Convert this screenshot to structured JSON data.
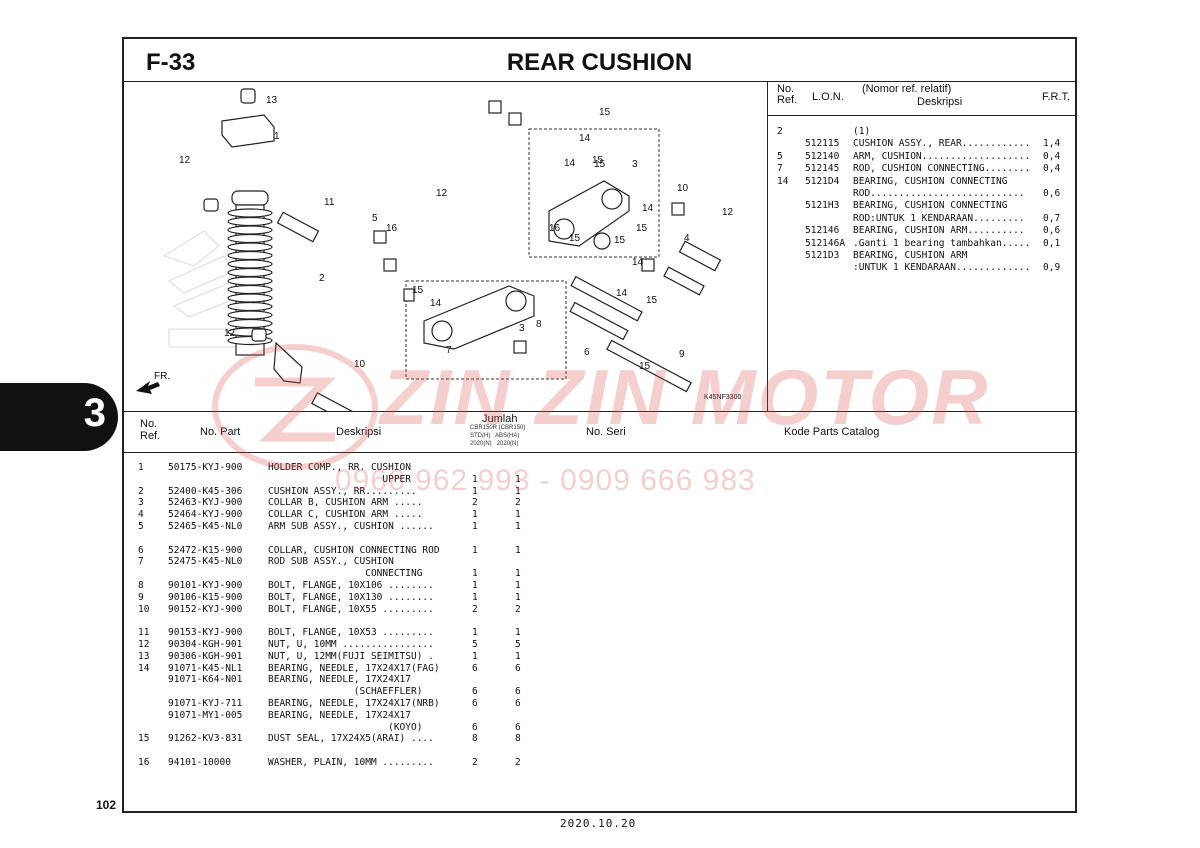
{
  "header": {
    "figure_number": "F-33",
    "title": "REAR CUSHION"
  },
  "side_tab": {
    "section": "3"
  },
  "page_number": "102",
  "footer_date": "2020.10.20",
  "watermark": {
    "brand": "ZIN ZIN MOTOR",
    "phones": "0966 962 993 - 0909 666 983"
  },
  "diagram": {
    "code": "K45NF3300",
    "fr_label": "FR.",
    "callouts": [
      "13",
      "1",
      "12",
      "11",
      "2",
      "12",
      "10",
      "12",
      "16",
      "5",
      "15",
      "14",
      "15",
      "14",
      "15",
      "3",
      "10",
      "12",
      "16",
      "15",
      "14",
      "15",
      "4",
      "15",
      "14",
      "15",
      "14",
      "3",
      "8",
      "15",
      "14",
      "15",
      "6",
      "7",
      "9"
    ]
  },
  "lon_panel": {
    "headers": {
      "no_ref": "No. Ref.",
      "lon": "L.O.N.",
      "ref_note": "(Nomor ref. relatif)",
      "desc": "Deskripsi",
      "frt": "F.R.T."
    },
    "rows": [
      {
        "ref": "2",
        "lon": "",
        "desc": "(1)",
        "frt": ""
      },
      {
        "ref": "",
        "lon": "512115",
        "desc": "CUSHION ASSY., REAR............",
        "frt": "1,4"
      },
      {
        "ref": "5",
        "lon": "512140",
        "desc": "ARM, CUSHION...................",
        "frt": "0,4"
      },
      {
        "ref": "7",
        "lon": "512145",
        "desc": "ROD, CUSHION CONNECTING........",
        "frt": "0,4"
      },
      {
        "ref": "14",
        "lon": "5121D4",
        "desc": "BEARING, CUSHION CONNECTING",
        "frt": ""
      },
      {
        "ref": "",
        "lon": "",
        "desc": "ROD...........................",
        "frt": "0,6"
      },
      {
        "ref": "",
        "lon": "5121H3",
        "desc": "BEARING, CUSHION CONNECTING",
        "frt": ""
      },
      {
        "ref": "",
        "lon": "",
        "desc": "ROD:UNTUK 1 KENDARAAN.........",
        "frt": "0,7"
      },
      {
        "ref": "",
        "lon": "512146",
        "desc": "BEARING, CUSHION ARM..........",
        "frt": "0,6"
      },
      {
        "ref": "",
        "lon": "512146A",
        "desc": ".Ganti 1 bearing tambahkan.....",
        "frt": "0,1"
      },
      {
        "ref": "",
        "lon": "5121D3",
        "desc": "BEARING, CUSHION ARM",
        "frt": ""
      },
      {
        "ref": "",
        "lon": "",
        "desc": ":UNTUK 1 KENDARAAN.............",
        "frt": "0,9"
      }
    ]
  },
  "parts_table": {
    "headers": {
      "no_ref": "No. Ref.",
      "no_part": "No. Part",
      "desc": "Deskripsi",
      "jumlah": "Jumlah",
      "model_line": "CBR150R (CBR150)",
      "variant_line": "STD(H)   ABS(HA)",
      "year_line": "2020(N)   2020(N)",
      "no_seri": "No. Seri",
      "kode": "Kode Parts Catalog"
    },
    "rows": [
      {
        "ref": "1",
        "part": "50175-KYJ-900",
        "desc": "HOLDER COMP., RR. CUSHION",
        "q1": "",
        "q2": ""
      },
      {
        "ref": "",
        "part": "",
        "desc": "                    UPPER",
        "q1": "1",
        "q2": "1"
      },
      {
        "ref": "2",
        "part": "52400-K45-306",
        "desc": "CUSHION ASSY., RR.........",
        "q1": "1",
        "q2": "1"
      },
      {
        "ref": "3",
        "part": "52463-KYJ-900",
        "desc": "COLLAR B, CUSHION ARM .....",
        "q1": "2",
        "q2": "2"
      },
      {
        "ref": "4",
        "part": "52464-KYJ-900",
        "desc": "COLLAR C, CUSHION ARM .....",
        "q1": "1",
        "q2": "1"
      },
      {
        "ref": "5",
        "part": "52465-K45-NL0",
        "desc": "ARM SUB ASSY., CUSHION ......",
        "q1": "1",
        "q2": "1"
      },
      {
        "ref": "",
        "part": "",
        "desc": "",
        "q1": "",
        "q2": ""
      },
      {
        "ref": "6",
        "part": "52472-K15-900",
        "desc": "COLLAR, CUSHION CONNECTING ROD",
        "q1": "1",
        "q2": "1"
      },
      {
        "ref": "7",
        "part": "52475-K45-NL0",
        "desc": "ROD SUB ASSY., CUSHION",
        "q1": "",
        "q2": ""
      },
      {
        "ref": "",
        "part": "",
        "desc": "                 CONNECTING",
        "q1": "1",
        "q2": "1"
      },
      {
        "ref": "8",
        "part": "90101-KYJ-900",
        "desc": "BOLT, FLANGE, 10X106 ........",
        "q1": "1",
        "q2": "1"
      },
      {
        "ref": "9",
        "part": "90106-K15-900",
        "desc": "BOLT, FLANGE, 10X130 ........",
        "q1": "1",
        "q2": "1"
      },
      {
        "ref": "10",
        "part": "90152-KYJ-900",
        "desc": "BOLT, FLANGE, 10X55 .........",
        "q1": "2",
        "q2": "2"
      },
      {
        "ref": "",
        "part": "",
        "desc": "",
        "q1": "",
        "q2": ""
      },
      {
        "ref": "11",
        "part": "90153-KYJ-900",
        "desc": "BOLT, FLANGE, 10X53 .........",
        "q1": "1",
        "q2": "1"
      },
      {
        "ref": "12",
        "part": "90304-KGH-901",
        "desc": "NUT, U, 10MM ................",
        "q1": "5",
        "q2": "5"
      },
      {
        "ref": "13",
        "part": "90306-KGH-901",
        "desc": "NUT, U, 12MM(FUJI SEIMITSU) .",
        "q1": "1",
        "q2": "1"
      },
      {
        "ref": "14",
        "part": "91071-K45-NL1",
        "desc": "BEARING, NEEDLE, 17X24X17(FAG)",
        "q1": "6",
        "q2": "6"
      },
      {
        "ref": "",
        "part": "91071-K64-N01",
        "desc": "BEARING, NEEDLE, 17X24X17",
        "q1": "",
        "q2": ""
      },
      {
        "ref": "",
        "part": "",
        "desc": "               (SCHAEFFLER)",
        "q1": "6",
        "q2": "6"
      },
      {
        "ref": "",
        "part": "91071-KYJ-711",
        "desc": "BEARING, NEEDLE, 17X24X17(NRB)",
        "q1": "6",
        "q2": "6"
      },
      {
        "ref": "",
        "part": "91071-MY1-005",
        "desc": "BEARING, NEEDLE, 17X24X17",
        "q1": "",
        "q2": ""
      },
      {
        "ref": "",
        "part": "",
        "desc": "                     (KOYO)",
        "q1": "6",
        "q2": "6"
      },
      {
        "ref": "15",
        "part": "91262-KV3-831",
        "desc": "DUST SEAL, 17X24X5(ARAI) ....",
        "q1": "8",
        "q2": "8"
      },
      {
        "ref": "",
        "part": "",
        "desc": "",
        "q1": "",
        "q2": ""
      },
      {
        "ref": "16",
        "part": "94101-10000",
        "desc": "WASHER, PLAIN, 10MM .........",
        "q1": "2",
        "q2": "2"
      }
    ]
  }
}
